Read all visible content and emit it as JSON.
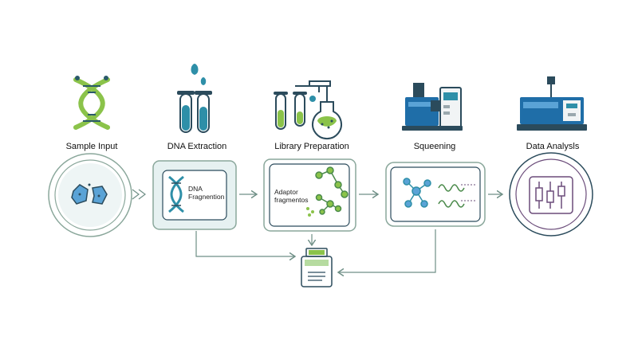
{
  "steps": [
    {
      "label": "Sample Input"
    },
    {
      "label": "DNA Extraction"
    },
    {
      "label": "Library Preparation"
    },
    {
      "label": "Squeening"
    },
    {
      "label": "Data Analysls"
    }
  ],
  "panels": {
    "extraction_line1": "DNA",
    "extraction_line2": "Fragnention",
    "library_line1": "Adaptor",
    "library_line2": "fragmentos"
  },
  "colors": {
    "outline": "#8aa79b",
    "green": "#8bc34a",
    "teal": "#2e8fa8",
    "blue": "#1f6ea8",
    "light_teal": "#e6f1f1",
    "purple": "#6b4c7a"
  },
  "icons": [
    "dna-icon",
    "test-tubes-icon",
    "lab-glassware-icon",
    "sequencer-icon",
    "analyzer-icon",
    "sample-vial-icon"
  ]
}
